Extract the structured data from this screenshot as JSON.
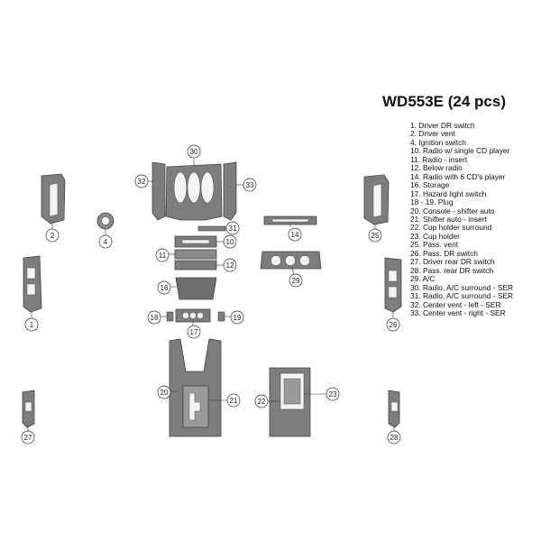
{
  "title": "WD553E (24 pcs)",
  "legend": [
    "1. Driver DR switch",
    "2. Driver vent",
    "4. Ignition switch",
    "10. Radio w/ single CD player",
    "11. Radio - insert",
    "12. Below radio",
    "14. Radio with 6 CD's player",
    "16. Storage",
    "17. Hazard light switch",
    "18 - 19. Plug",
    "20. Console - shifter auto",
    "21. Shifter auto  - insert",
    "22. Cup holder surround",
    "23. Cup holder",
    "25. Pass. vent",
    "26. Pass. DR switch",
    "27. Driver rear DR switch",
    "28. Pass. rear DR switch",
    "29. A/C",
    "30. Radio, A/C surround - SER",
    "31. Radio, A/C surround - SER",
    "32. Center vent - left - SER",
    "33. Center vent - right - SER"
  ],
  "callouts": [
    "1",
    "2",
    "4",
    "10",
    "11",
    "12",
    "14",
    "16",
    "17",
    "18",
    "19",
    "20",
    "21",
    "22",
    "23",
    "25",
    "26",
    "27",
    "28",
    "29",
    "30",
    "31",
    "32",
    "33"
  ],
  "colors": {
    "piece_fill": "#7d7d7d",
    "piece_dark": "#4a4a4a",
    "piece_light": "#a9a9a9",
    "line": "#333333"
  }
}
